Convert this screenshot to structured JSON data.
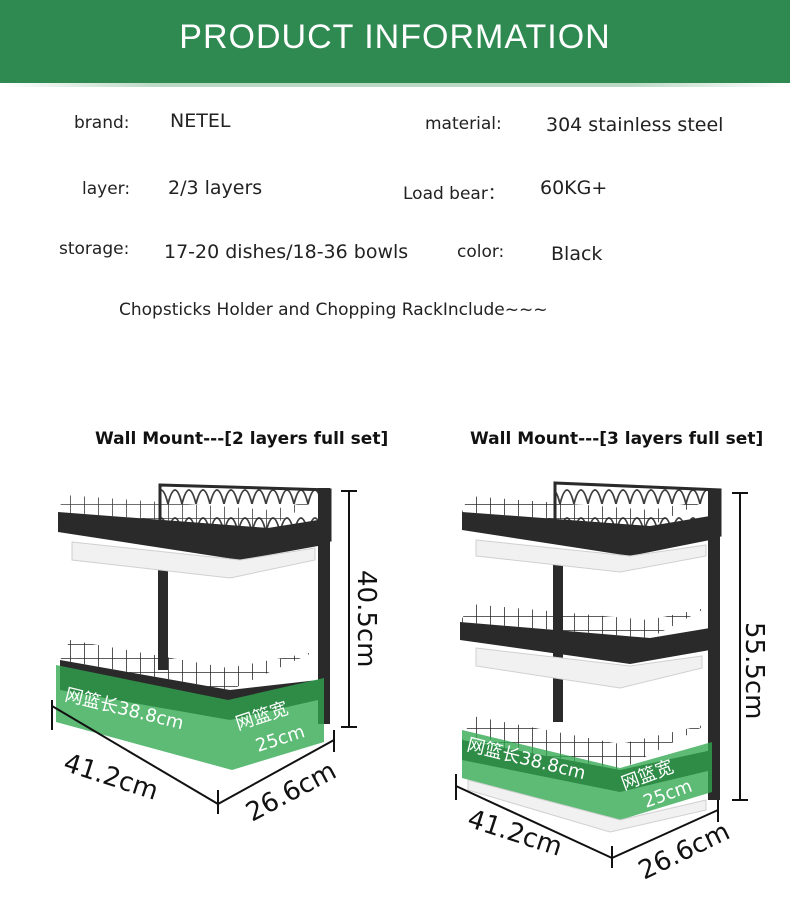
{
  "header": {
    "title": "PRODUCT  INFORMATION"
  },
  "specs": [
    {
      "label": "brand:",
      "value": "NETEL"
    },
    {
      "label": "material:",
      "value": "304 stainless steel"
    },
    {
      "label": "layer:",
      "value": "2/3 layers"
    },
    {
      "label": "Load bear：",
      "value": "60KG+"
    },
    {
      "label": "storage:",
      "value": "17-20 dishes/18-36 bowls"
    },
    {
      "label": "color:",
      "value": "Black"
    }
  ],
  "note": "Chopsticks Holder and Chopping RackInclude~~~",
  "products": [
    {
      "caption": "Wall Mount---[2 layers full set]",
      "height": "40.5cm",
      "width": "41.2cm",
      "depth": "26.6cm",
      "basket_length": "网篮长38.8cm",
      "basket_width_label": "网篮宽",
      "basket_width": "25cm"
    },
    {
      "caption": "Wall Mount---[3 layers full set]",
      "height": "55.5cm",
      "width": "41.2cm",
      "depth": "26.6cm",
      "basket_length": "网篮长38.8cm",
      "basket_width_label": "网篮宽",
      "basket_width": "25cm"
    }
  ],
  "colors": {
    "banner": "#2f8a52",
    "rack": "#2a2a2a",
    "highlight": "#2fa84f"
  }
}
